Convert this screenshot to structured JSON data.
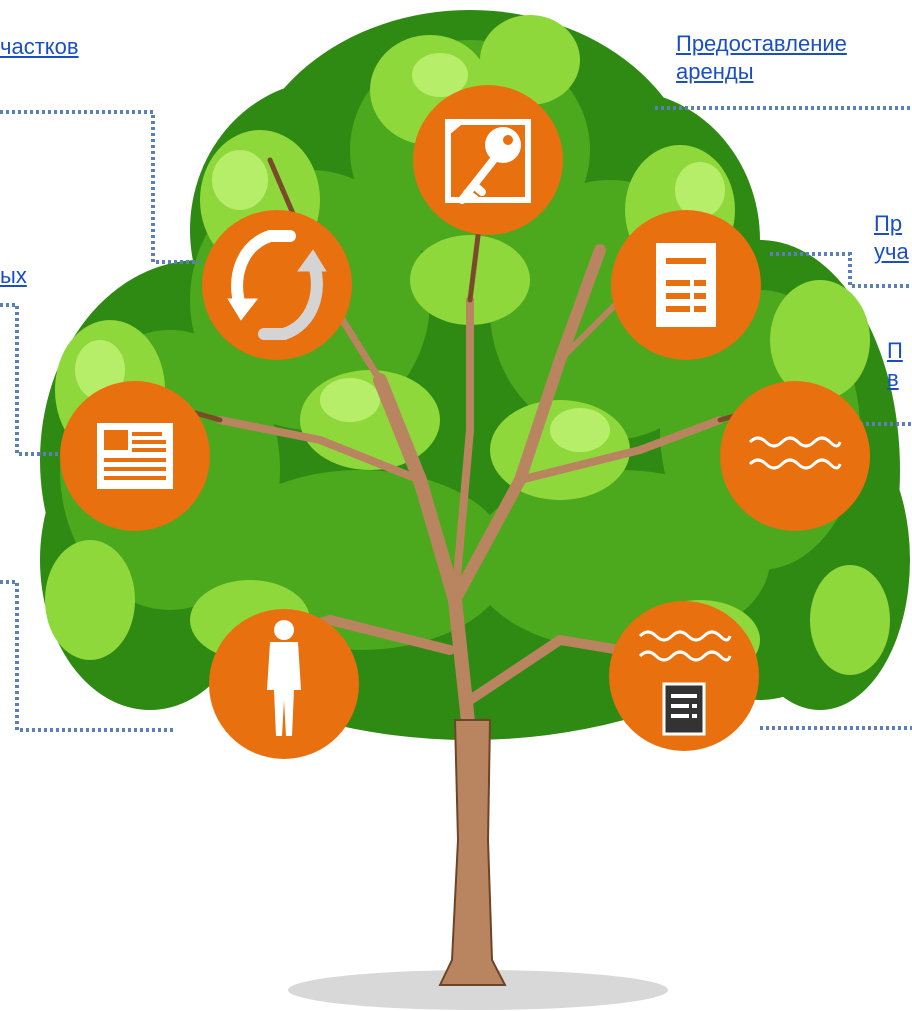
{
  "links": [
    {
      "id": "top-left",
      "lines": [
        "частков"
      ]
    },
    {
      "id": "top-right",
      "lines": [
        "Предоставление",
        "аренды"
      ]
    },
    {
      "id": "left-mid",
      "lines": [
        "ых"
      ]
    },
    {
      "id": "right-upper",
      "lines": [
        "Пр",
        "уча"
      ]
    },
    {
      "id": "right-mid",
      "lines": [
        "П",
        "в"
      ]
    }
  ],
  "icons": [
    {
      "id": "key",
      "icon": "key-icon"
    },
    {
      "id": "cycle",
      "icon": "cycle-arrows-icon"
    },
    {
      "id": "document",
      "icon": "document-list-icon"
    },
    {
      "id": "news",
      "icon": "newspaper-icon"
    },
    {
      "id": "water",
      "icon": "water-waves-icon"
    },
    {
      "id": "person",
      "icon": "person-icon"
    },
    {
      "id": "water-doc",
      "icon": "water-document-icon"
    }
  ],
  "colors": {
    "accent": "#e8700f",
    "link": "#1a4fc4",
    "connector": "#5b7fb8",
    "leaf_dark": "#2f8a14",
    "leaf_light": "#8fd83c",
    "trunk": "#b88560"
  }
}
